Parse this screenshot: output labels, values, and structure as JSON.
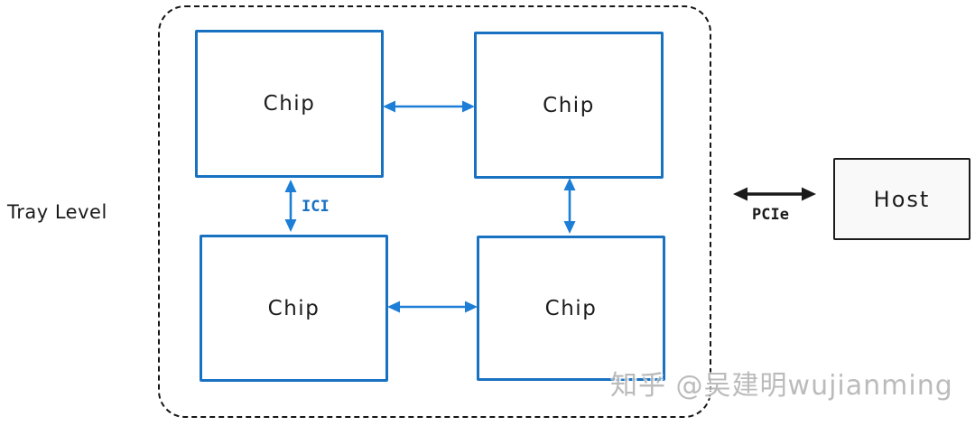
{
  "diagram": {
    "tray_label": "Tray Level",
    "chips": [
      {
        "label": "Chip"
      },
      {
        "label": "Chip"
      },
      {
        "label": "Chip"
      },
      {
        "label": "Chip"
      }
    ],
    "links": {
      "ici_label": "ICI",
      "pcie_label": "PCIe"
    },
    "host_label": "Host",
    "watermark": "知乎 @吴建明wujianming",
    "colors": {
      "chip_stroke": "#1971c2",
      "arrow_blue": "#1c7ed6",
      "ici_text": "#1971c2",
      "black_stroke": "#1a1a1a",
      "host_fill": "#f9f9f9",
      "watermark_gray": "#afafaf"
    }
  }
}
